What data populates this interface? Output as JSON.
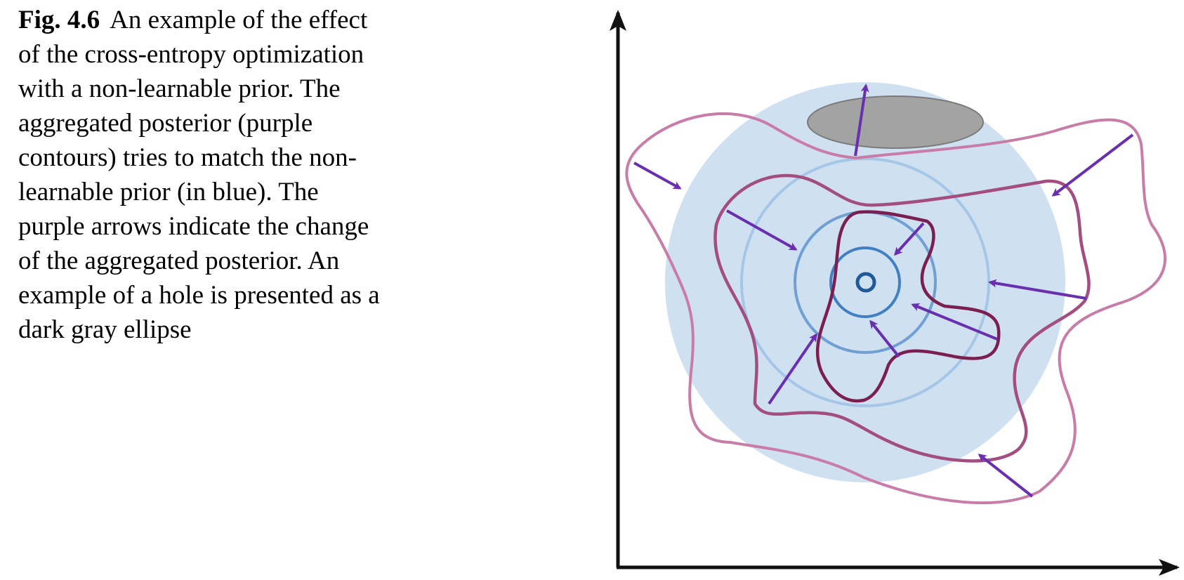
{
  "caption": {
    "label": "Fig. 4.6",
    "text": "An example of the effect of the cross-entropy optimization with a non-learnable prior. The aggregated posterior (purple contours) tries to match the non-learnable prior (in blue). The purple arrows indicate the change of the aggregated posterior. An example of a hole is presented as a dark gray ellipse"
  },
  "colors": {
    "prior_fill": "#cfe0f0",
    "prior_ring_outer": "#a5c6e6",
    "prior_ring_mid": "#6f9fd3",
    "prior_ring_inner": "#3f7fc2",
    "prior_center": "#1e5a9a",
    "hole_fill": "#a3a3a3",
    "hole_stroke": "#7a7a7a",
    "contour_outer": "#c97ca8",
    "contour_mid": "#a34d80",
    "contour_inner": "#7a1f4f",
    "arrow": "#6a2eb0",
    "axis": "#111111"
  },
  "icons": {
    "x_axis": "arrow-right-axis",
    "y_axis": "arrow-up-axis"
  }
}
